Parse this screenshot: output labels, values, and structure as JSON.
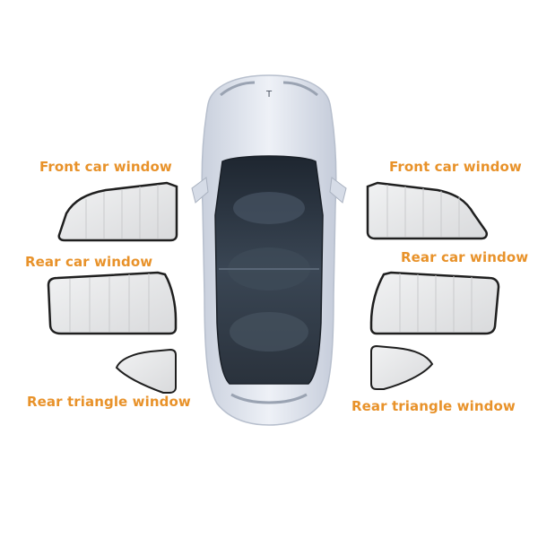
{
  "labels": {
    "front_left": "Front car window",
    "rear_left": "Rear car window",
    "triangle_left": "Rear triangle window",
    "front_right": "Front car window",
    "rear_right": "Rear car window",
    "triangle_right": "Rear triangle window"
  },
  "colors": {
    "label": "#e8922a",
    "car_body": "#e3e8f2",
    "glass": "#2a3440",
    "shade_fill": "#e6e7e8",
    "shade_border": "#1f1f1f"
  },
  "icons": {
    "car": "car-top-view-image",
    "front_left_shade": "window-shade-icon",
    "rear_left_shade": "window-shade-icon",
    "triangle_left_shade": "triangle-shade-icon",
    "front_right_shade": "window-shade-icon",
    "rear_right_shade": "window-shade-icon",
    "triangle_right_shade": "triangle-shade-icon"
  }
}
